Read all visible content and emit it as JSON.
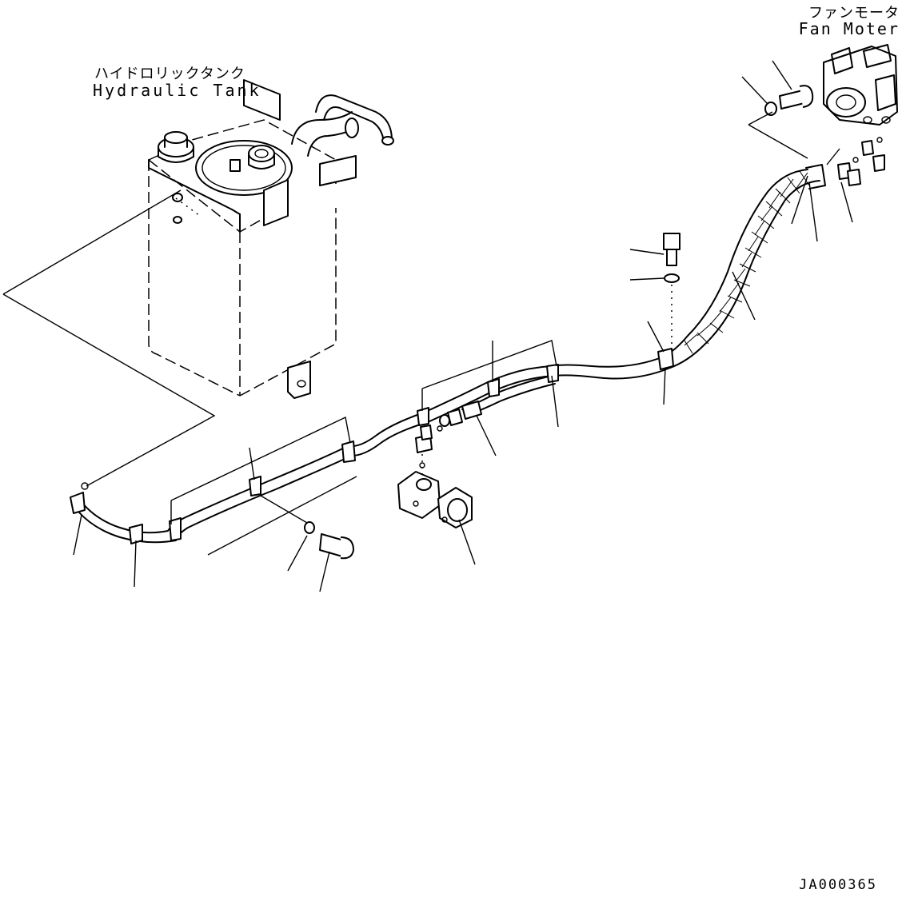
{
  "labels": {
    "tank_jp": "ハイドロリックタンク",
    "tank_en": "Hydraulic Tank",
    "fan_jp": "ファンモータ",
    "fan_en": "Fan Moter",
    "drawing_code": "JA000365"
  },
  "icons": [
    "hydraulic-tank-icon",
    "fan-motor-icon",
    "hose-icon",
    "clamp-icon",
    "bolt-icon",
    "washer-icon",
    "elbow-fitting-icon",
    "flange-icon",
    "o-ring-icon"
  ]
}
